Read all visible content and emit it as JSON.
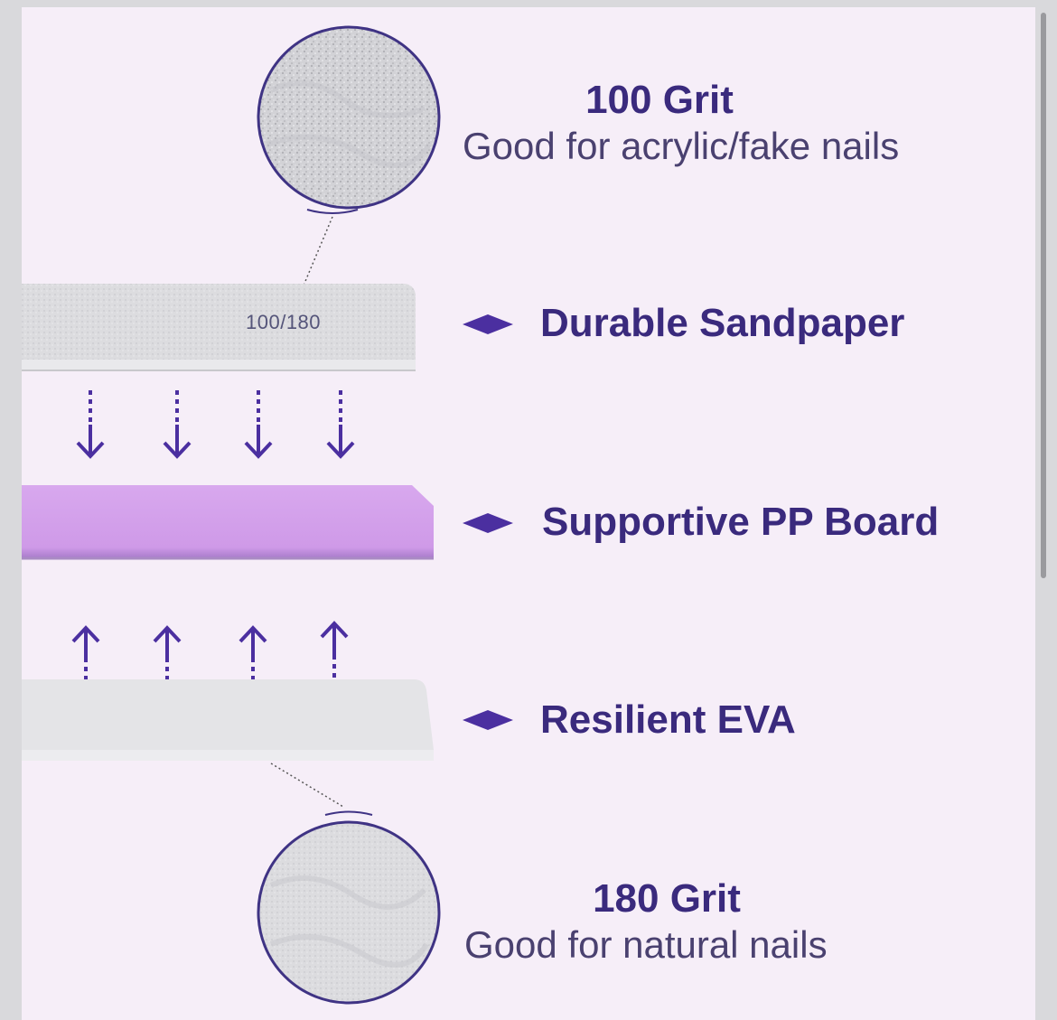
{
  "top_grit": {
    "title": "100 Grit",
    "description": "Good for acrylic/fake nails"
  },
  "bottom_grit": {
    "title": "180 Grit",
    "description": "Good for natural nails"
  },
  "file_stamp": "100/180",
  "layers": [
    {
      "label": "Durable Sandpaper",
      "color": "#e3e3e6"
    },
    {
      "label": "Supportive PP Board",
      "color": "#d3a0ea"
    },
    {
      "label": "Resilient EVA",
      "color": "#e6e6e8"
    }
  ],
  "colors": {
    "text": "#3a2a7d",
    "arrow": "#4b2fa0",
    "background": "#f6eef8"
  }
}
